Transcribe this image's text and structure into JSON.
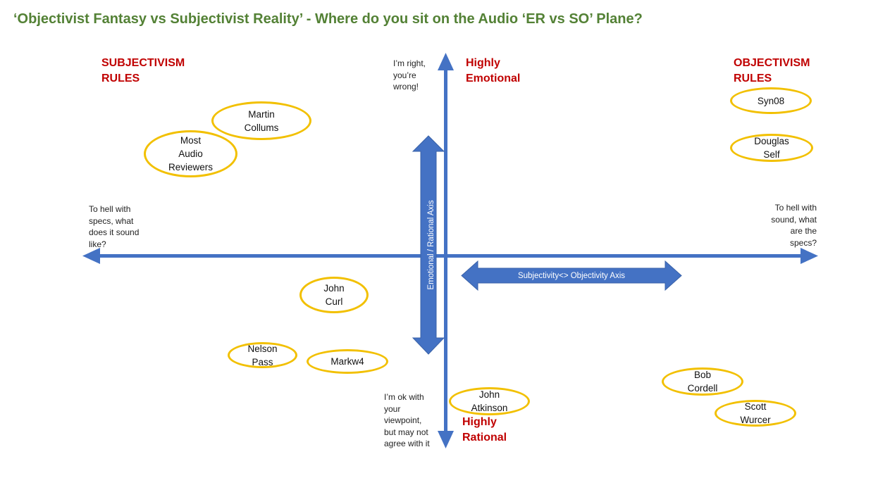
{
  "title": "‘Objectivist Fantasy vs Subjectivist Reality’  - Where do you sit on the Audio ‘ER vs SO’ Plane?",
  "quadrant_labels": {
    "subjectivism": "SUBJECTIVISM\nRULES",
    "objectivism": "OBJECTIVISM\nRULES",
    "highly_emotional": "Highly\nEmotional",
    "highly_rational": "Highly\nRational"
  },
  "notes": {
    "top": "I’m right,\nyou’re\nwrong!",
    "left": "To hell with\nspecs, what\ndoes it sound\nlike?",
    "right": "To hell with\nsound, what\nare the\nspecs?",
    "bottom": "I’m ok with\nyour\nviewpoint,\nbut may not\nagree with it"
  },
  "axis_labels": {
    "vertical": "Emotional / Rational  Axis",
    "horizontal": "Subjectivity<> Objectivity Axis"
  },
  "people": {
    "martin_collums": "Martin\nCollums",
    "most_audio_reviewers": "Most\nAudio\nReviewers",
    "syn08": "Syn08",
    "douglas_self": "Douglas\nSelf",
    "john_curl": "John\nCurl",
    "nelson_pass": "Nelson\nPass",
    "markw4": "Markw4",
    "john_atkinson": "John\nAtkinson",
    "bob_cordell": "Bob\nCordell",
    "scott_wurcer": "Scott\nWurcer"
  },
  "colors": {
    "title": "#538135",
    "label_red": "#c00000",
    "axis_blue": "#4472c4",
    "ellipse_gold": "#f2c000"
  }
}
